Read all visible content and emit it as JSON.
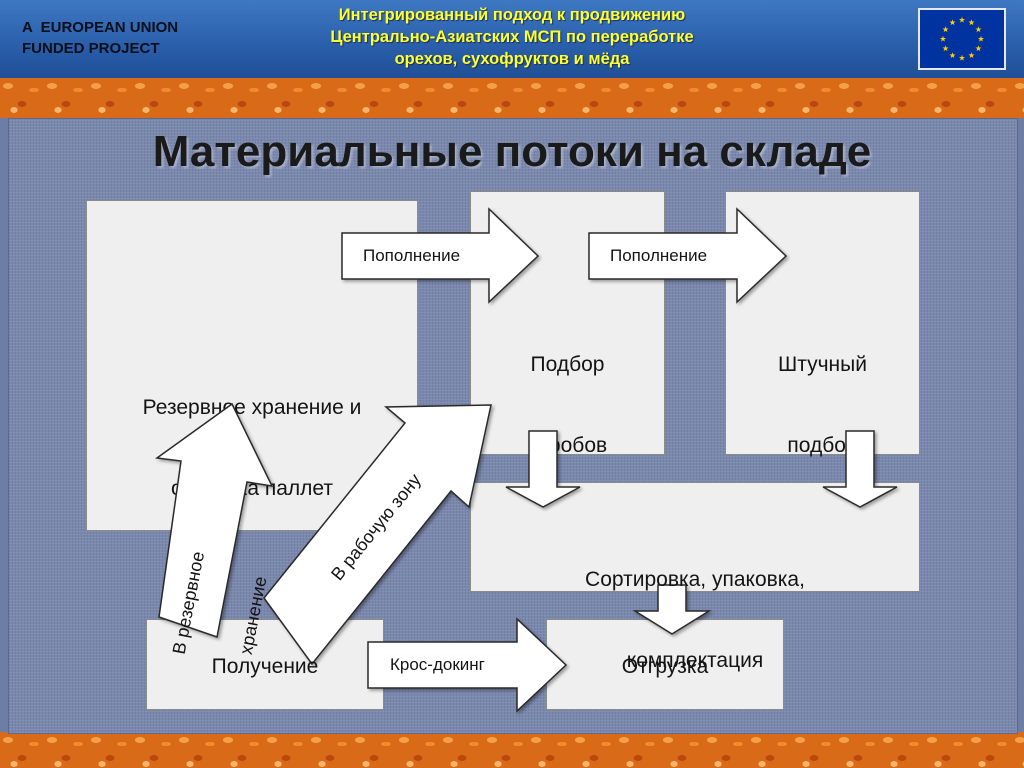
{
  "header": {
    "eu_label_lines": [
      "A  EUROPEAN UNION",
      "FUNDED PROJECT"
    ],
    "title_lines": [
      "Интегрированный подход к продвижению",
      "Центрально-Азиатских МСП по переработке",
      "орехов, сухофруктов и мёда"
    ],
    "flag_icon": "eu-flag-icon",
    "title_color": "#ffff2e"
  },
  "slide_title": "Материальные потоки на складе",
  "boxes": {
    "reserve": [
      "Резервное хранение и",
      "отправка паллет"
    ],
    "box_picking": [
      "Подбор",
      "коробов"
    ],
    "piece_picking": [
      "Штучный",
      "подбор"
    ],
    "sorting": [
      "Сортировка, упаковка,",
      "комплектация"
    ],
    "receiving": "Получение",
    "shipping": "Отгрузка"
  },
  "arrows": {
    "replenish_1": "Пополнение",
    "replenish_2": "Пополнение",
    "cross_docking": "Крос-докинг",
    "to_reserve": [
      "В резервное",
      "хранение"
    ],
    "to_work_zone": "В рабочую зону"
  }
}
